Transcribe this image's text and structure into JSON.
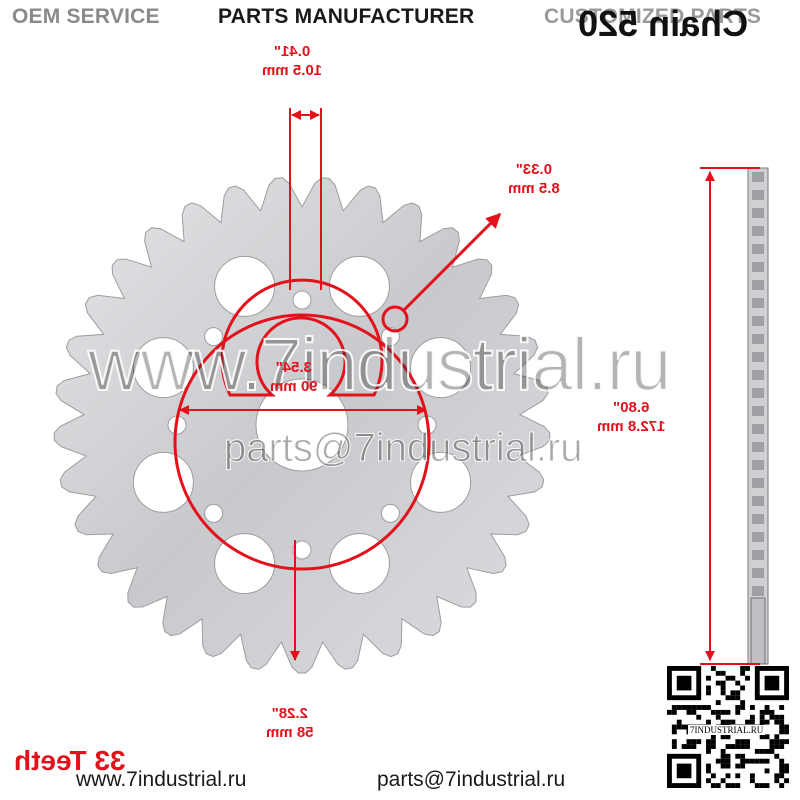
{
  "header": {
    "oem_service": "OEM SERVICE",
    "parts_manufacturer": "PARTS MANUFACTURER",
    "customized_parts": "CUSTOMIZED PARTS",
    "chain": "Chain 520"
  },
  "dimensions": {
    "tooth_width": {
      "inch": "0.41\"",
      "mm": "10.5 mm"
    },
    "hole": {
      "inch": "0.33\"",
      "mm": "8.5 mm"
    },
    "center_bore": {
      "inch": "3.54\"",
      "mm": "90 mm"
    },
    "bolt_circle": {
      "inch": "2.28\"",
      "mm": "58 mm"
    },
    "outer_diameter": {
      "inch": "6.80\"",
      "mm": "172.8 mm"
    }
  },
  "teeth_label": "33 Teeth",
  "watermark": {
    "site": "www.7industrial.ru",
    "email": "parts@7industrial.ru"
  },
  "footer": {
    "site": "www.7industrial.ru",
    "email": "parts@7industrial.ru"
  },
  "qr": {
    "label": "7INDUSTRIAL.RU"
  },
  "colors": {
    "accent": "#e3111b",
    "metal": "#cfd0d2"
  },
  "sprocket": {
    "teeth_count": 33
  }
}
